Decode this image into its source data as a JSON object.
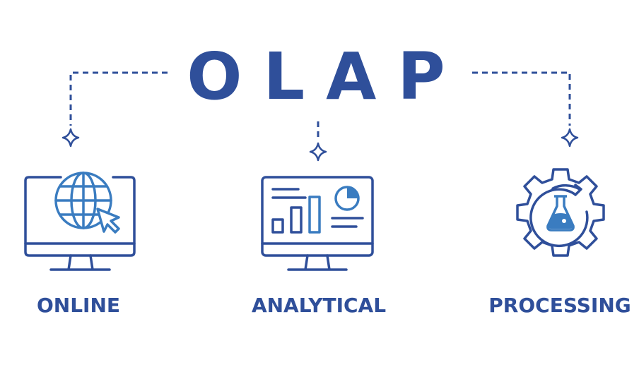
{
  "title": "OLAP",
  "pillars": [
    {
      "label": "ONLINE",
      "icon": "monitor-globe-cursor-icon"
    },
    {
      "label": "ANALYTICAL",
      "icon": "monitor-dashboard-icon"
    },
    {
      "label": "PROCESSING",
      "icon": "gear-flask-icon"
    }
  ],
  "colors": {
    "primary": "#2f4f9a",
    "accent": "#3a7cc0"
  }
}
